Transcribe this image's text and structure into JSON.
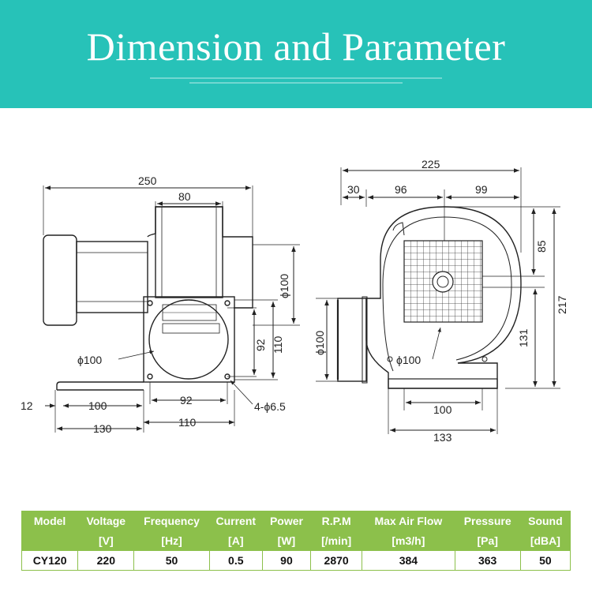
{
  "header": {
    "title": "Dimension and Parameter",
    "bg_color": "#27c2b8"
  },
  "front_view": {
    "overall_width": "250",
    "outlet_width": "80",
    "outlet_diameter": "ϕ100",
    "flange_height_outer": "110",
    "flange_height_inner": "92",
    "inlet_diameter": "ϕ100",
    "foot_offset": "12",
    "foot_span": "100",
    "foot_total": "130",
    "hole_spacing": "92",
    "flange_width": "110",
    "holes": "4-ϕ6.5"
  },
  "side_view": {
    "overall_width": "225",
    "left_offset": "30",
    "center_left": "96",
    "center_right": "99",
    "top_offset": "85",
    "overall_height": "217",
    "center_height": "131",
    "outlet_diameter": "ϕ100",
    "inlet_diameter": "ϕ100",
    "base_inner": "100",
    "base_outer": "133"
  },
  "table": {
    "accent_color": "#8cc04b",
    "headers": [
      [
        "Model",
        ""
      ],
      [
        "Voltage",
        "[V]"
      ],
      [
        "Frequency",
        "[Hz]"
      ],
      [
        "Current",
        "[A]"
      ],
      [
        "Power",
        "[W]"
      ],
      [
        "R.P.M",
        "[/min]"
      ],
      [
        "Max Air Flow",
        "[m3/h]"
      ],
      [
        "Pressure",
        "[Pa]"
      ],
      [
        "Sound",
        "[dBA]"
      ]
    ],
    "row": [
      "CY120",
      "220",
      "50",
      "0.5",
      "90",
      "2870",
      "384",
      "363",
      "50"
    ]
  }
}
